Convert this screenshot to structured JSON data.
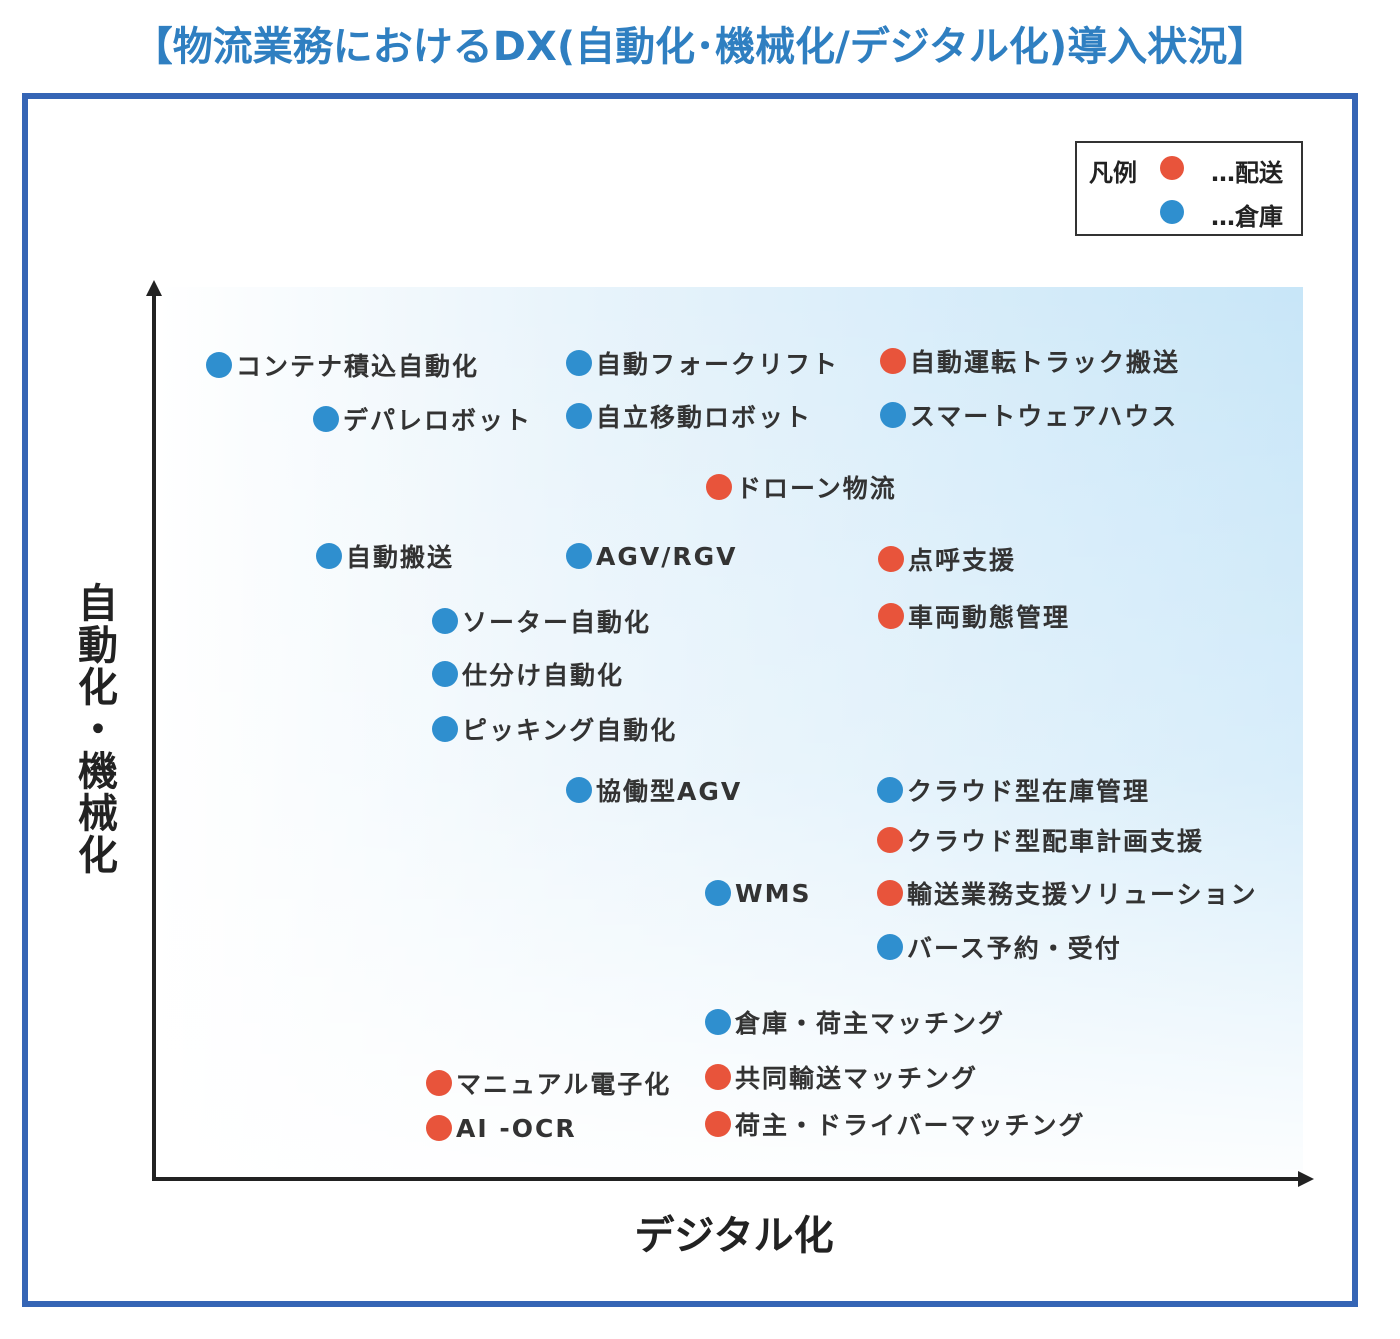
{
  "title": "【物流業務におけるDX(自動化･機械化/デジタル化)導入状況】",
  "axes": {
    "y_label": "自動化・機械化",
    "x_label": "デジタル化"
  },
  "legend": {
    "title": "凡例",
    "delivery_label": "…配送",
    "warehouse_label": "…倉庫"
  },
  "colors": {
    "delivery": "#e8543b",
    "warehouse": "#2f8fcf",
    "frame": "#3565b5",
    "title": "#2f7fc1"
  },
  "items": [
    {
      "label": "コンテナ積込自動化",
      "category": "warehouse"
    },
    {
      "label": "自動フォークリフト",
      "category": "warehouse"
    },
    {
      "label": "自動運転トラック搬送",
      "category": "delivery"
    },
    {
      "label": "デパレロボット",
      "category": "warehouse"
    },
    {
      "label": "自立移動ロボット",
      "category": "warehouse"
    },
    {
      "label": "スマートウェアハウス",
      "category": "warehouse"
    },
    {
      "label": "ドローン物流",
      "category": "delivery"
    },
    {
      "label": "自動搬送",
      "category": "warehouse"
    },
    {
      "label": "AGV/RGV",
      "category": "warehouse"
    },
    {
      "label": "点呼支援",
      "category": "delivery"
    },
    {
      "label": "ソーター自動化",
      "category": "warehouse"
    },
    {
      "label": "車両動態管理",
      "category": "delivery"
    },
    {
      "label": "仕分け自動化",
      "category": "warehouse"
    },
    {
      "label": "ピッキング自動化",
      "category": "warehouse"
    },
    {
      "label": "協働型AGV",
      "category": "warehouse"
    },
    {
      "label": "クラウド型在庫管理",
      "category": "warehouse"
    },
    {
      "label": "クラウド型配車計画支援",
      "category": "delivery"
    },
    {
      "label": "WMS",
      "category": "warehouse"
    },
    {
      "label": "輸送業務支援ソリューション",
      "category": "delivery"
    },
    {
      "label": "バース予約・受付",
      "category": "warehouse"
    },
    {
      "label": "倉庫・荷主マッチング",
      "category": "warehouse"
    },
    {
      "label": "マニュアル電子化",
      "category": "delivery"
    },
    {
      "label": "共同輸送マッチング",
      "category": "delivery"
    },
    {
      "label": "AI -OCR",
      "category": "delivery"
    },
    {
      "label": "荷主・ドライバーマッチング",
      "category": "delivery"
    }
  ]
}
